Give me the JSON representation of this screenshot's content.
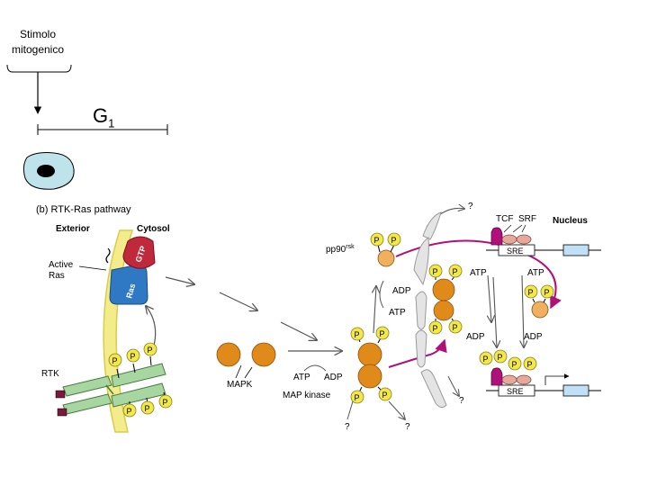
{
  "header": {
    "stimulus_line1": "Stimolo",
    "stimulus_line2": "mitogenico",
    "phase_letter": "G",
    "phase_sub": "1"
  },
  "figure": {
    "panel_title": "(b) RTK-Ras pathway",
    "exterior": "Exterior",
    "cytosol": "Cytosol",
    "nucleus": "Nucleus",
    "gtp": "GTP",
    "ras": "Ras",
    "active_ras_1": "Active",
    "active_ras_2": "Ras",
    "rtk": "RTK",
    "mapk": "MAPK",
    "map_kinase": "MAP kinase",
    "atp": "ATP",
    "adp": "ADP",
    "p": "P",
    "pp90": "pp90",
    "rsk": "rsk",
    "tcf": "TCF",
    "srf": "SRF",
    "sre": "SRE",
    "q": "?"
  },
  "colors": {
    "membrane": "#f3ec8a",
    "membrane_edge": "#d8cc4a",
    "kinase": "#e08a1a",
    "kinase_light": "#f0b060",
    "phosphate": "#f2e84a",
    "receptor": "#a8d6a0",
    "ras_blue": "#2f79c4",
    "gtp_red": "#c0283c",
    "magenta": "#b0107a",
    "tcf_srf": "#e6a89a",
    "gene_box": "#bfe0f5",
    "cell": "#bfe3ea",
    "nuclear_envelope": "#c8c8c8"
  }
}
